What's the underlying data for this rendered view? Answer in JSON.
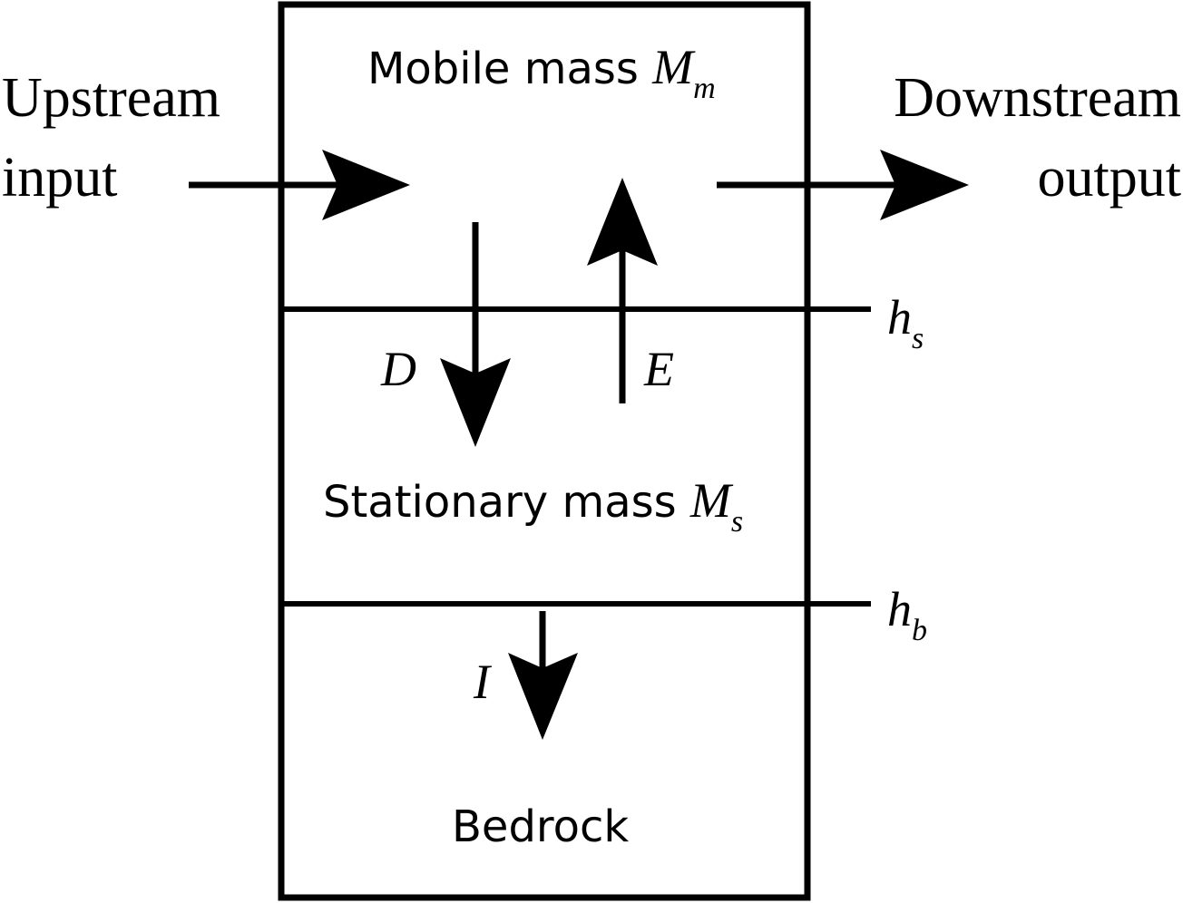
{
  "upstream": {
    "line1": "Upstream",
    "line2": "input"
  },
  "downstream": {
    "line1": "Downstream",
    "line2": "output"
  },
  "mobile": {
    "label": "Mobile mass ",
    "symbol": "M",
    "sub": "m"
  },
  "stationary": {
    "label": "Stationary mass ",
    "symbol": "M",
    "sub": "s"
  },
  "bedrock": {
    "label": "Bedrock"
  },
  "hs": {
    "symbol": "h",
    "sub": "s"
  },
  "hb": {
    "symbol": "h",
    "sub": "b"
  },
  "fluxes": {
    "deposition": "D",
    "erosion": "E",
    "incision": "I"
  }
}
